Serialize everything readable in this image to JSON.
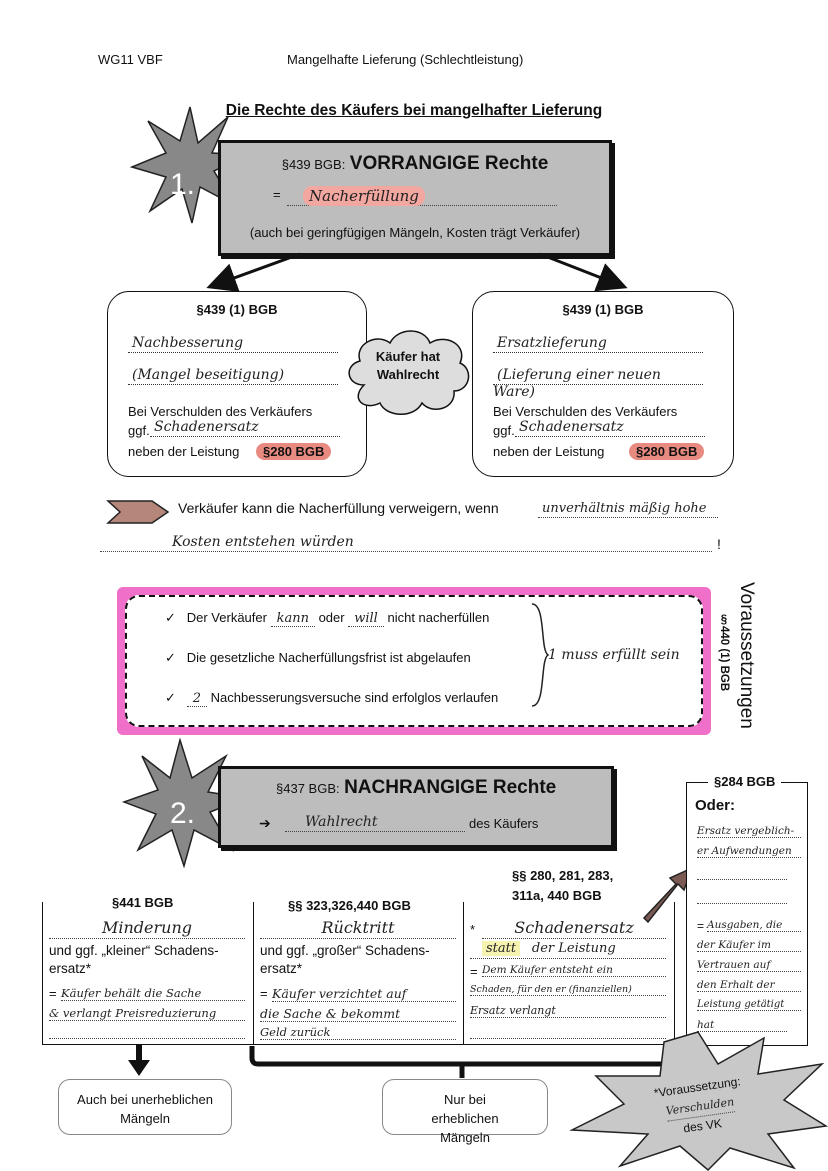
{
  "header": {
    "left": "WG11 VBF",
    "center": "Mangelhafte Lieferung (Schlechtleistung)"
  },
  "title": "Die Rechte des Käufers bei mangelhafter Lieferung",
  "section1": {
    "number": "1.",
    "law": "§439 BGB:",
    "heading": "VORRANGIGE Rechte",
    "eq": "=",
    "answer": "Nacherfüllung",
    "note": "(auch bei geringfügigen Mängeln, Kosten trägt Verkäufer)"
  },
  "left_box": {
    "law": "§439 (1) BGB",
    "line1": "Nachbesserung",
    "line2": "(Mangel beseitigung)",
    "fault": "Bei Verschulden des Verkäufers",
    "ggf": "ggf.",
    "line3": "Schadenersatz",
    "neben": "neben der Leistung",
    "badge": "§280 BGB"
  },
  "right_box": {
    "law": "§439 (1) BGB",
    "line1": "Ersatzlieferung",
    "line2": "(Lieferung einer neuen Ware)",
    "fault": "Bei Verschulden des Verkäufers",
    "ggf": "ggf.",
    "line3": "Schadenersatz",
    "neben": "neben der Leistung",
    "badge": "§280 BGB"
  },
  "cloud": "Käufer hat Wahlrecht",
  "refuse": {
    "text": "Verkäufer kann die Nacherfüllung verweigern, wenn",
    "answer1": "unverhältnis mäßig hohe",
    "answer2": "Kosten entstehen würden",
    "end": "!"
  },
  "conditions": {
    "items": [
      {
        "pre": "Der Verkäufer",
        "a": "kann",
        "mid": "oder",
        "b": "will",
        "post": "nicht nacherfüllen"
      },
      {
        "text": "Die gesetzliche Nacherfüllungsfrist ist abgelaufen"
      },
      {
        "a": "2",
        "post": "Nachbesserungsversuche sind erfolglos verlaufen"
      }
    ],
    "check": "✓",
    "brace_note": "1 muss erfüllt sein",
    "side_title": "Voraussetzungen",
    "side_law": "§440 (1) BGB"
  },
  "section2": {
    "number": "2.",
    "law": "§437 BGB:",
    "heading": "NACHRANGIGE Rechte",
    "arrow": "➔",
    "answer": "Wahlrecht",
    "suffix": "des Käufers"
  },
  "col1": {
    "law": "§441 BGB",
    "answer": "Minderung",
    "text": "und ggf. „kleiner“ Schadens-ersatz*",
    "eq": "=",
    "hand1": "Käufer behält die Sache",
    "hand2": "& verlangt Preisreduzierung"
  },
  "col2": {
    "law": "§§ 323,326,440 BGB",
    "answer": "Rücktritt",
    "text": "und ggf. „großer“ Schadens-ersatz*",
    "eq": "=",
    "hand1": "Käufer verzichtet auf",
    "hand2": "die Sache & bekommt",
    "hand3": "Geld zurück"
  },
  "col3": {
    "law": "§§ 280, 281, 283, 311a, 440 BGB",
    "star": "*",
    "answer": "Schadenersatz",
    "hand0a": "statt",
    "hand0b": "der Leistung",
    "eq": "=",
    "hand1": "Dem Käufer entsteht ein",
    "hand2": "Schaden, für den er (finanziellen)",
    "hand3": "Ersatz verlangt"
  },
  "side284": {
    "law": "§284 BGB",
    "oder": "Oder:",
    "hand1": "Ersatz vergeblich-",
    "hand2": "er Aufwendungen",
    "eq": "=",
    "hand3": "Ausgaben, die",
    "hand4": "der Käufer im",
    "hand5": "Vertrauen auf",
    "hand6": "den Erhalt der",
    "hand7": "Leistung getätigt",
    "hand8": "hat"
  },
  "note1": "Auch bei unerheblichen Mängeln",
  "note2": "Nur bei erheblichen Mängeln",
  "burst3": {
    "pre": "*Voraussetzung:",
    "hand": "Verschulden",
    "post": "des VK"
  }
}
